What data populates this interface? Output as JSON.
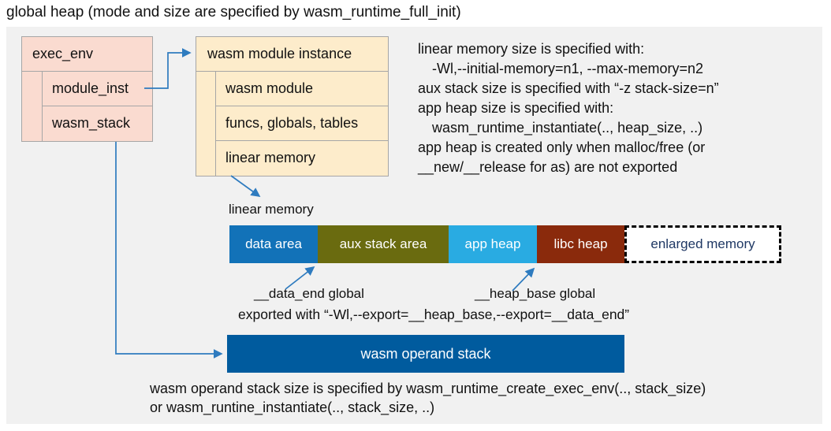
{
  "title": "global heap (mode and size are specified by wasm_runtime_full_init)",
  "exec_env": {
    "title": "exec_env",
    "rows": [
      "module_inst",
      "wasm_stack"
    ]
  },
  "module_instance": {
    "title": "wasm module instance",
    "rows": [
      "wasm module",
      "funcs, globals, tables",
      "linear memory"
    ]
  },
  "notes": {
    "lines": [
      "linear memory size is specified with:",
      "-Wl,--initial-memory=n1, --max-memory=n2",
      "aux stack size is specified with “-z stack-size=n”",
      "app heap size is specified with:",
      "wasm_runtime_instantiate(.., heap_size, ..)",
      "app heap is created only when malloc/free (or",
      "__new/__release for as) are not exported"
    ]
  },
  "linear_memory": {
    "label": "linear memory",
    "segments": [
      {
        "label": "data area",
        "color": "#1272b8"
      },
      {
        "label": "aux stack area",
        "color": "#6a6b0f"
      },
      {
        "label": "app heap",
        "color": "#29abe2"
      },
      {
        "label": "libc heap",
        "color": "#8a2a0c"
      },
      {
        "label": "enlarged memory",
        "color": "#ffffff"
      }
    ]
  },
  "globals": {
    "data_end": "__data_end global",
    "heap_base": "__heap_base global",
    "exported": "exported with “-Wl,--export=__heap_base,--export=__data_end”"
  },
  "operand_stack": {
    "label": "wasm operand stack",
    "note_line1": "wasm operand stack size is specified by wasm_runtime_create_exec_env(.., stack_size)",
    "note_line2": "or wasm_runtine_instantiate(.., stack_size, ..)"
  },
  "colors": {
    "panel_bg": "#f1f1f1",
    "exec_env_fill": "#fadbd0",
    "module_instance_fill": "#fdeccb",
    "box_border": "#a6a6a6",
    "data_area": "#1272b8",
    "aux_stack_area": "#6a6b0f",
    "app_heap": "#29abe2",
    "libc_heap": "#8a2a0c",
    "enlarged_memory_text": "#1f3864",
    "operand_stack": "#005b9e",
    "arrow_blue": "#2e7bbf"
  }
}
